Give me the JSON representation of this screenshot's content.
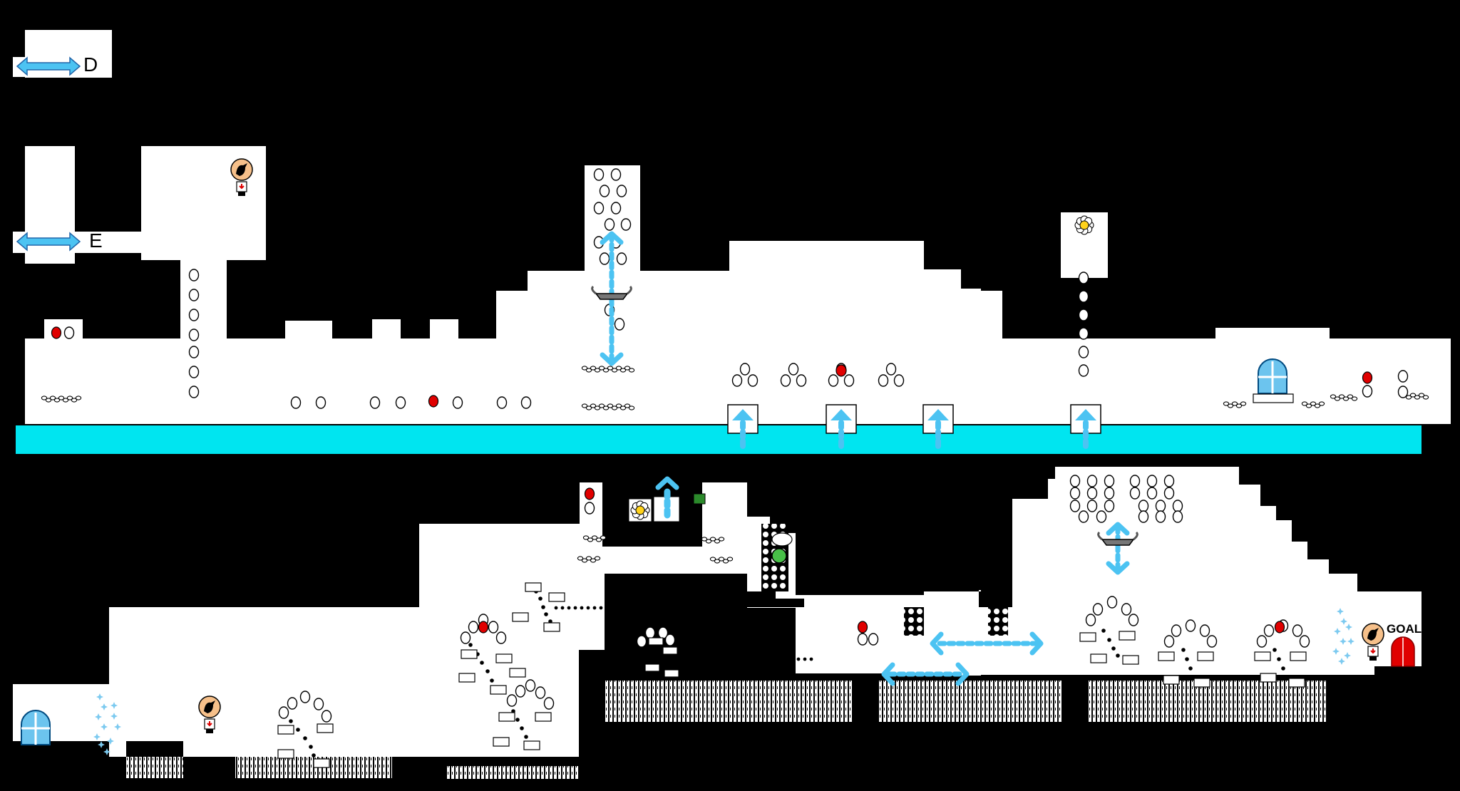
{
  "level": {
    "entrances": [
      "D",
      "E"
    ],
    "goal_label": "GOAL"
  },
  "colors": {
    "background": "#000000",
    "terrain": "#ffffff",
    "water": "#00e5f0",
    "arrow": "#4cc3f2",
    "coin_red": "#e00000",
    "goal_door": "#e00000",
    "door_blue": "#6cc4ee"
  },
  "icons": {
    "entrance_arrow": "double-arrow-icon",
    "checkpoint": "bird-checkpoint-icon",
    "coin": "coin-icon",
    "red_coin": "red-coin-icon",
    "flower": "flower-icon",
    "platform": "winged-platform-icon",
    "spring": "up-spring-icon",
    "door": "blue-door-icon",
    "goal": "goal-door-icon"
  }
}
